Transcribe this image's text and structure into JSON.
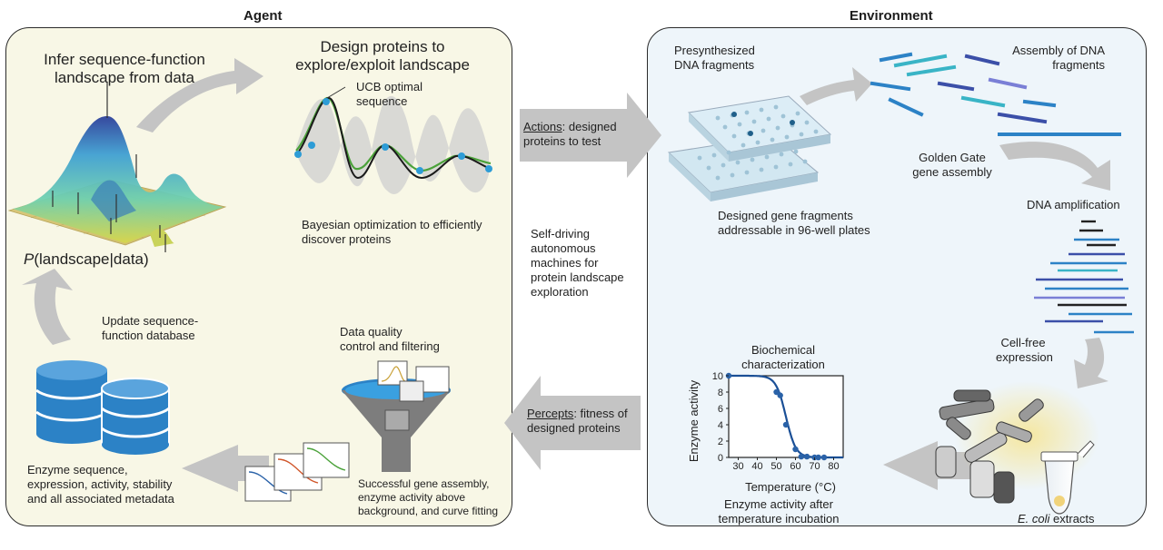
{
  "agent": {
    "heading": "Agent",
    "infer_title": "Infer sequence-function landscape from data",
    "design_title": "Design proteins to explore/exploit landscape",
    "ucb_label": "UCB optimal sequence",
    "bayes_caption": "Bayesian optimization to efficiently discover proteins",
    "posterior_P": "P",
    "posterior_rest": "(landscape|data)",
    "update_label": "Update sequence-function database",
    "db_caption": "Enzyme sequence, expression, activity, stability and all associated metadata",
    "qc_title": "Data quality control and filtering",
    "qc_caption": "Successful gene assembly, enzyme activity above background, and curve fitting"
  },
  "environment": {
    "heading": "Environment",
    "presynth": "Presynthesized DNA fragments",
    "assembly": "Assembly of DNA fragments",
    "golden_gate": "Golden Gate gene assembly",
    "plates_caption": "Designed gene fragments addressable in 96-well plates",
    "amplification": "DNA amplification",
    "cellfree": "Cell-free expression",
    "biochem": "Biochemical characterization",
    "incubation": "Enzyme activity after temperature incubation",
    "ecoli_italic": "E. coli",
    "ecoli_rest": " extracts"
  },
  "center": {
    "actions_u": "Actions",
    "actions_rest": ": designed proteins to test",
    "self_driving": "Self-driving autonomous machines for protein landscape exploration",
    "percepts_u": "Percepts",
    "percepts_rest": ": fitness of designed proteins"
  },
  "chart_data": {
    "type": "scatter",
    "title": "",
    "xlabel": "Temperature (°C)",
    "ylabel": "Enzyme activity",
    "xlim": [
      25,
      85
    ],
    "ylim": [
      0,
      10
    ],
    "xticks": [
      30,
      40,
      50,
      60,
      70,
      80
    ],
    "yticks": [
      0,
      2,
      4,
      6,
      8,
      10
    ],
    "points": [
      {
        "x": 25,
        "y": 10
      },
      {
        "x": 50,
        "y": 8
      },
      {
        "x": 52,
        "y": 7.6
      },
      {
        "x": 55,
        "y": 4
      },
      {
        "x": 60,
        "y": 1
      },
      {
        "x": 63,
        "y": 0.1
      },
      {
        "x": 66,
        "y": 0.1
      },
      {
        "x": 70,
        "y": 0
      },
      {
        "x": 72,
        "y": 0
      },
      {
        "x": 75,
        "y": 0
      }
    ],
    "fit_midpoint": 55,
    "fit_max": 10,
    "colors": {
      "points": "#2a62a8",
      "curve": "#1a4f96",
      "axis": "#222222"
    }
  },
  "colors": {
    "agent_bg": "#f8f7e6",
    "env_bg": "#eef5fa",
    "arrow": "#c4c4c4",
    "green": "#4ba23a",
    "black_curve": "#1a1a1a",
    "blue_point": "#2d9cd6",
    "db_blue": "#2c82c6"
  }
}
